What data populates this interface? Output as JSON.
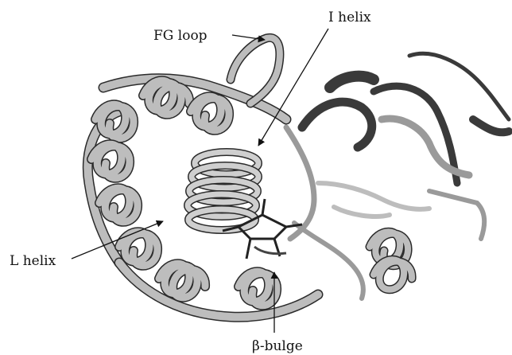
{
  "labels": {
    "fg_loop": "FG loop",
    "i_helix": "I helix",
    "l_helix": "L helix",
    "beta_bulge": "β-bulge"
  },
  "colors": {
    "ribbon_light": "#bdbdbd",
    "ribbon_dark": "#3a3a3a",
    "background": "#ffffff"
  }
}
